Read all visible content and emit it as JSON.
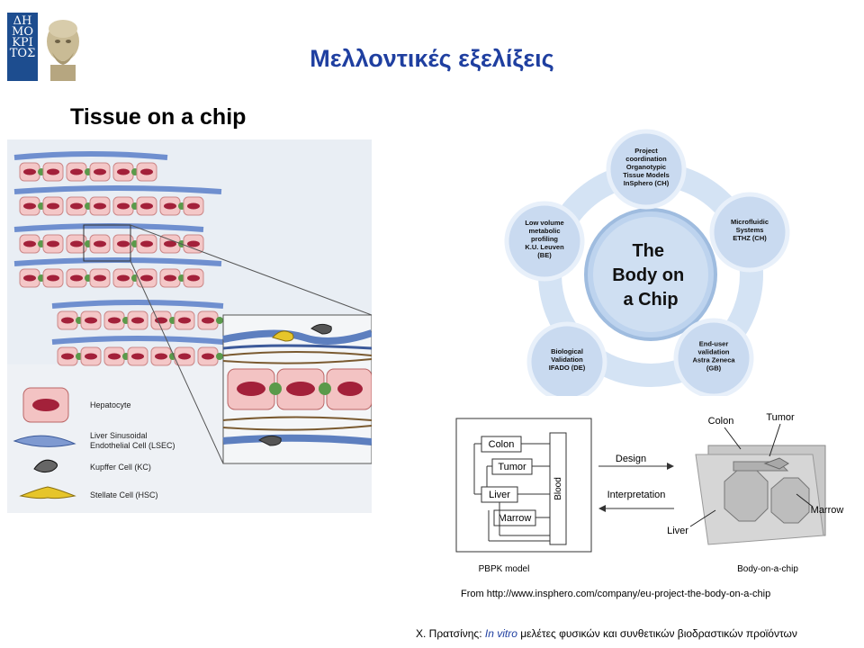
{
  "header": {
    "logo_letters": [
      "ΔΗ",
      "ΜΟ",
      "ΚΡΙ",
      "ΤΟΣ"
    ],
    "title": "Μελλοντικές εξελίξεις"
  },
  "subtitle": "Tissue on a chip",
  "legend": [
    {
      "label": "Hepatocyte"
    },
    {
      "label": "Liver Sinusoidal\nEndothelial Cell (LSEC)"
    },
    {
      "label": "Kupffer Cell (KC)"
    },
    {
      "label": "Stellate Cell (HSC)"
    }
  ],
  "body_on_chip": {
    "center": [
      "The",
      "Body on",
      "a Chip"
    ],
    "nodes": [
      {
        "lines": [
          "Project",
          "coordination",
          "Organotypic",
          "Tissue Models",
          "InSphero (CH)"
        ]
      },
      {
        "lines": [
          "Microfluidic",
          "Systems",
          "ETHZ (CH)"
        ]
      },
      {
        "lines": [
          "End-user",
          "validation",
          "Astra Zeneca",
          "(GB)"
        ]
      },
      {
        "lines": [
          "Biological",
          "Validation",
          "IFADO (DE)"
        ]
      },
      {
        "lines": [
          "Low volume",
          "metabolic",
          "profiling",
          "K.U. Leuven",
          "(BE)"
        ]
      }
    ]
  },
  "pbpk": {
    "organs": [
      "Colon",
      "Tumor",
      "Liver",
      "Marrow"
    ],
    "blood": "Blood",
    "design": "Design",
    "interpretation": "Interpretation",
    "model_label": "PBPK model",
    "chip_labels": [
      "Colon",
      "Tumor",
      "Marrow",
      "Liver"
    ],
    "chip_caption": "Body-on-a-chip"
  },
  "source": "From http://www.insphero.com/company/eu-project-the-body-on-a-chip",
  "footer": {
    "author": "Χ. Πρατσίνης:",
    "italic": "In vitro",
    "rest": "μελέτες φυσικών και συνθετικών βιοδραστικών προϊόντων"
  }
}
